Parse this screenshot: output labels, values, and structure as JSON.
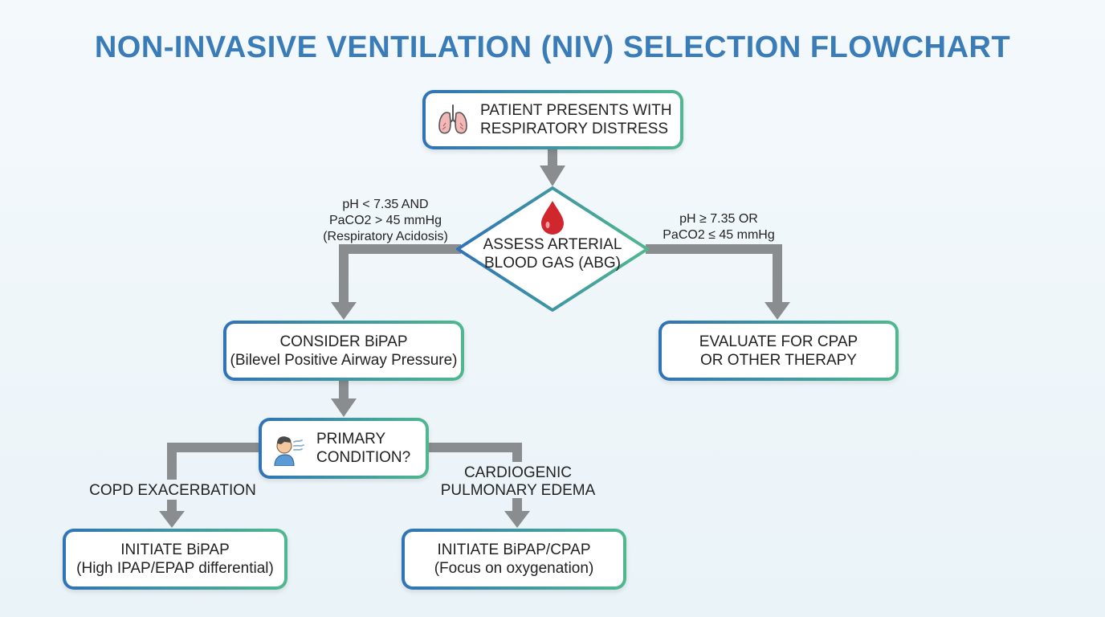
{
  "title": "NON-INVASIVE VENTILATION (NIV) SELECTION FLOWCHART",
  "nodes": {
    "start": {
      "line1": "PATIENT PRESENTS WITH",
      "line2": "RESPIRATORY DISTRESS",
      "icon": "lungs-icon"
    },
    "abg": {
      "line1": "ASSESS ARTERIAL",
      "line2": "BLOOD GAS (ABG)",
      "icon": "blood-drop-icon"
    },
    "bipap": {
      "line1": "CONSIDER BiPAP",
      "line2": "(Bilevel Positive Airway Pressure)"
    },
    "cpap": {
      "line1": "EVALUATE FOR CPAP",
      "line2": "OR OTHER THERAPY"
    },
    "condition": {
      "line1": "PRIMARY",
      "line2": "CONDITION?",
      "icon": "patient-breathing-icon"
    },
    "copd_result": {
      "line1": "INITIATE BiPAP",
      "line2": "(High IPAP/EPAP differential)"
    },
    "edema_result": {
      "line1": "INITIATE BiPAP/CPAP",
      "line2": "(Focus on oxygenation)"
    }
  },
  "edges": {
    "acidosis": {
      "line1": "pH < 7.35 AND",
      "line2": "PaCO2 > 45 mmHg",
      "line3": "(Respiratory Acidosis)"
    },
    "normal": {
      "line1": "pH ≥ 7.35 OR",
      "line2": "PaCO2 ≤ 45 mmHg"
    },
    "copd": {
      "line1": "COPD EXACERBATION"
    },
    "edema": {
      "line1": "CARDIOGENIC",
      "line2": "PULMONARY EDEMA"
    }
  },
  "colors": {
    "title": "#3a7cb8",
    "border_start": "#2f73b6",
    "border_end": "#4fb88e",
    "arrow": "#8a8d90",
    "blood": "#d0262e"
  }
}
